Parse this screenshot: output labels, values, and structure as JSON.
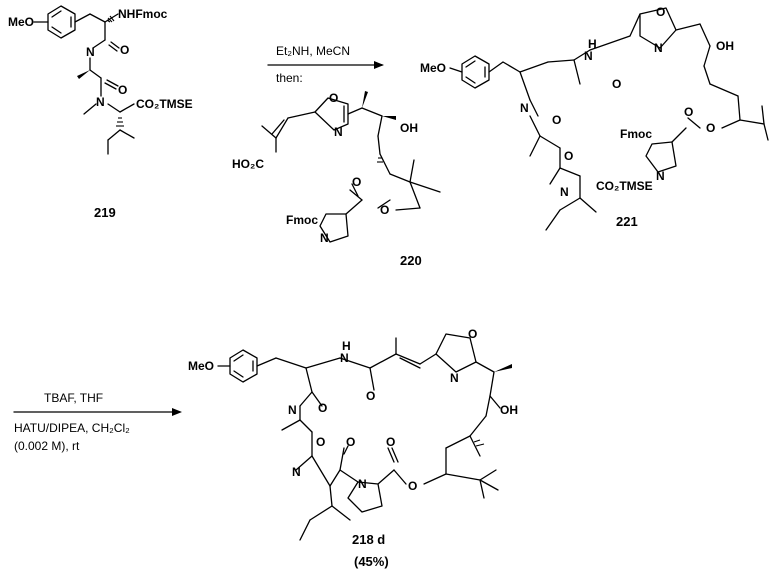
{
  "scheme": {
    "step1": {
      "reagents_line1": "Et₂NH, MeCN",
      "reagents_line2": "then:"
    },
    "step2": {
      "reagents_line1": "TBAF, THF",
      "reagents_line2": "HATU/DIPEA, CH₂Cl₂",
      "reagents_line3": "(0.002 M), rt"
    }
  },
  "compounds": {
    "c219": {
      "number": "219",
      "labels": {
        "meo": "MeO",
        "nhfmoc": "NHFmoc",
        "n1": "N",
        "n2": "N",
        "o1": "O",
        "o2": "O",
        "co2tmse": "CO₂TMSE"
      }
    },
    "c220": {
      "number": "220",
      "labels": {
        "o_ox": "O",
        "n_ox": "N",
        "ho2c": "HO₂C",
        "oh": "OH",
        "o_carbonyl": "O",
        "o_ester": "O",
        "fmoc": "Fmoc",
        "n_pro": "N"
      }
    },
    "c221": {
      "number": "221",
      "labels": {
        "meo": "MeO",
        "o_ox": "O",
        "n_ox": "N",
        "h": "H",
        "n_amide": "N",
        "o_amide": "O",
        "oh": "OH",
        "n1": "N",
        "o1": "O",
        "n2": "N",
        "o2": "O",
        "fmoc": "Fmoc",
        "n_pro": "N",
        "o_carbonyl": "O",
        "o_ester": "O",
        "co2tmse": "CO₂TMSE"
      }
    },
    "c218d": {
      "number": "218 d",
      "yield": "(45%)",
      "labels": {
        "meo": "MeO",
        "h": "H",
        "n_amide": "N",
        "o_amide": "O",
        "o_ox": "O",
        "n_ox": "N",
        "oh": "OH",
        "n1": "N",
        "o1": "O",
        "n2": "N",
        "o2": "O",
        "o3": "O",
        "n_pro": "N",
        "o_carbonyl": "O",
        "o_ester": "O"
      }
    }
  }
}
